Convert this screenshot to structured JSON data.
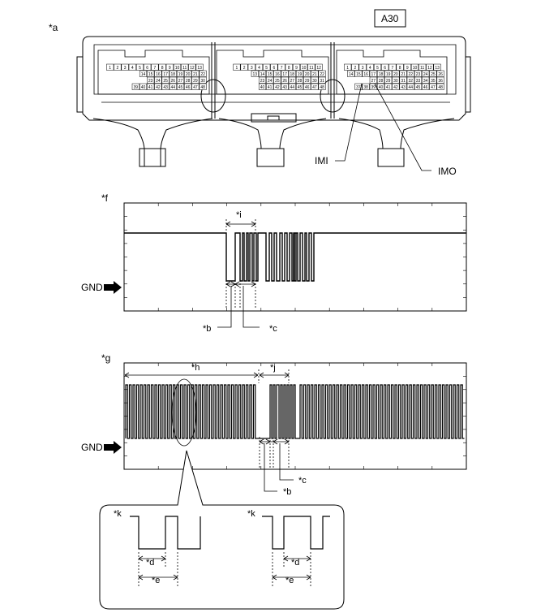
{
  "labels": {
    "a": "*a",
    "connector": "A30",
    "imi": "IMI",
    "imo": "IMO",
    "f": "*f",
    "g": "*g",
    "h": "*h",
    "i": "*i",
    "j": "*j",
    "b": "*b",
    "c": "*c",
    "d": "*d",
    "e": "*e",
    "k": "*k",
    "gnd": "GND"
  },
  "connector_pins": {
    "block1": {
      "row1": [
        "13",
        "12",
        "11",
        "10",
        "9",
        "8",
        "7",
        "6",
        "5",
        "4",
        "3",
        "2",
        "1"
      ],
      "row2": [
        "22",
        "21",
        "20",
        "19",
        "18",
        "17",
        "16",
        "15",
        "14"
      ],
      "row3": [
        "30",
        "29",
        "28",
        "27",
        "26",
        "25",
        "24",
        "23"
      ],
      "row4": [
        "48",
        "47",
        "46",
        "45",
        "44",
        "43",
        "42",
        "41",
        "40",
        "39"
      ]
    },
    "block2": {
      "row1": [
        "12",
        "11",
        "10",
        "9",
        "8",
        "7",
        "6",
        "5",
        "4",
        "3",
        "2",
        "1"
      ],
      "row2": [
        "22",
        "21",
        "20",
        "19",
        "18",
        "17",
        "16",
        "15",
        "14",
        "13"
      ],
      "row3": [
        "31",
        "30",
        "29",
        "28",
        "27",
        "26",
        "25",
        "24",
        "23"
      ],
      "row4": [
        "48",
        "47",
        "46",
        "45",
        "44",
        "43",
        "42",
        "41",
        "40"
      ]
    },
    "block3": {
      "row1": [
        "13",
        "12",
        "11",
        "10",
        "9",
        "8",
        "7",
        "6",
        "5",
        "4",
        "3",
        "2",
        "1"
      ],
      "row2": [
        "26",
        "25",
        "24",
        "23",
        "22",
        "21",
        "20",
        "19",
        "18",
        "17",
        "16",
        "15",
        "14"
      ],
      "row3": [
        "36",
        "35",
        "34",
        "33",
        "32",
        "31",
        "30",
        "29",
        "28",
        "27"
      ],
      "row4": [
        "48",
        "47",
        "46",
        "45",
        "44",
        "43",
        "42",
        "41",
        "40",
        "39",
        "38",
        "37"
      ]
    }
  }
}
